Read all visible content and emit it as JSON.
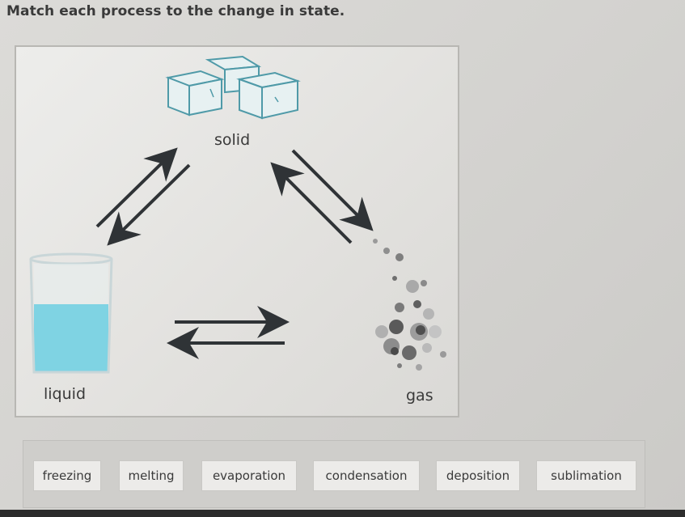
{
  "instruction": "Match each process to the change in state.",
  "diagram": {
    "states": {
      "solid": "solid",
      "liquid": "liquid",
      "gas": "gas"
    }
  },
  "answer_bank": {
    "items": [
      {
        "label": "freezing"
      },
      {
        "label": "melting"
      },
      {
        "label": "evaporation"
      },
      {
        "label": "condensation"
      },
      {
        "label": "deposition"
      },
      {
        "label": "sublimation"
      }
    ]
  },
  "colors": {
    "water": "#7fd3e3",
    "ice_outline": "#4f9aa8",
    "arrow": "#2f3336",
    "gas_particles": "#6b6b6b"
  }
}
